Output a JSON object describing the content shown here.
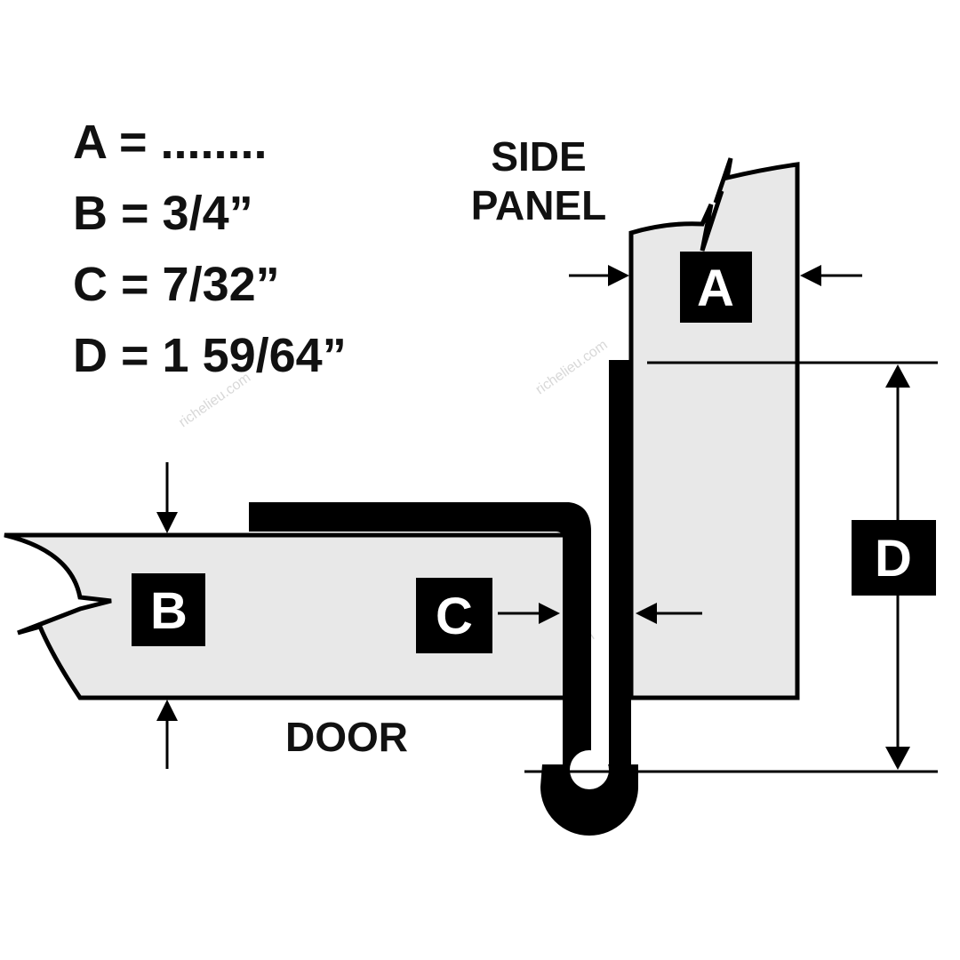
{
  "legend": [
    {
      "text": "A = ........"
    },
    {
      "text": "B = 3/4”"
    },
    {
      "text": "C = 7/32”"
    },
    {
      "text": "D = 1 59/64”"
    }
  ],
  "labels": {
    "side_panel_line1": "SIDE",
    "side_panel_line2": "PANEL",
    "door": "DOOR",
    "a": "A",
    "b": "B",
    "c": "C",
    "d": "D"
  },
  "watermark": "richelieu.com",
  "colors": {
    "panel_fill": "#e8e8e8",
    "hinge": "#000000",
    "stroke": "#000000"
  }
}
